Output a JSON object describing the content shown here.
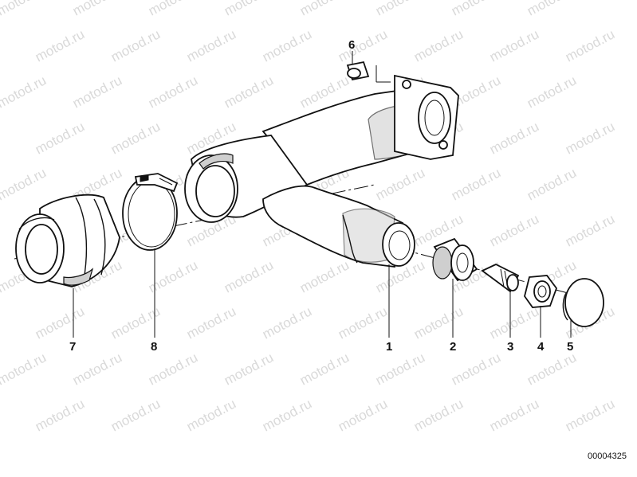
{
  "watermark": {
    "text": "motod.ru"
  },
  "callouts": [
    "1",
    "2",
    "3",
    "4",
    "5",
    "6",
    "7",
    "8"
  ],
  "document_number": "00004325",
  "colors": {
    "line": "#111111",
    "background": "#ffffff",
    "watermark": "#d9d9d9"
  }
}
